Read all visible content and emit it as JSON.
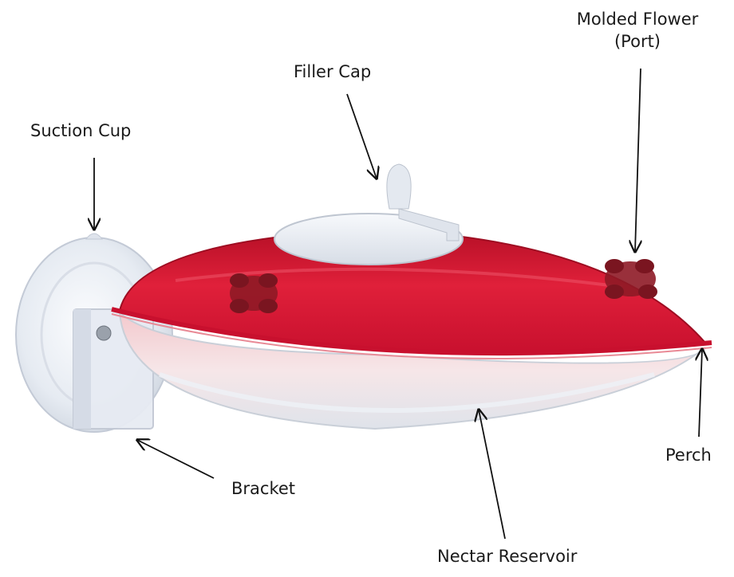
{
  "labels": {
    "suction_cup": "Suction Cup",
    "filler_cap": "Filler Cap",
    "molded_flower_line1": "Molded Flower",
    "molded_flower_line2": "(Port)",
    "bracket": "Bracket",
    "perch": "Perch",
    "nectar_reservoir": "Nectar Reservoir"
  },
  "colors": {
    "background": "#ffffff",
    "reservoir_red": "#c8102e",
    "flower_dark_red": "#8e1a26",
    "clear_plastic": "#e9eef5",
    "arrow": "#111111"
  }
}
